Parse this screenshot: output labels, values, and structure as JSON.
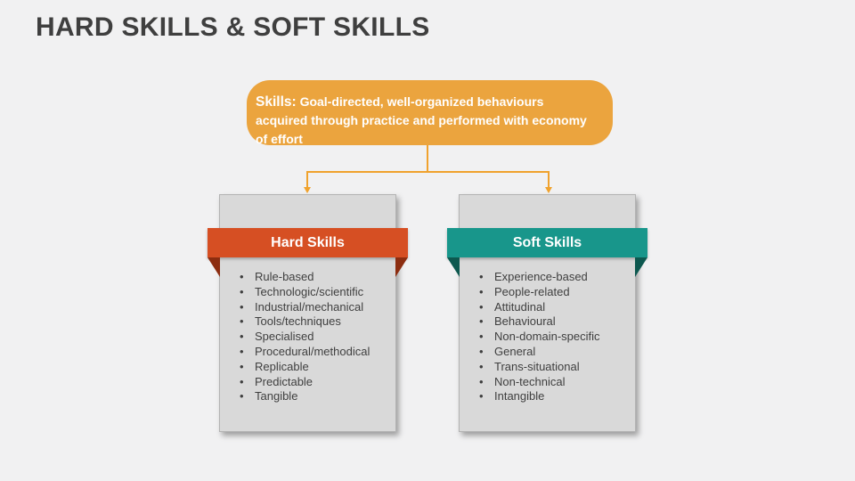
{
  "slide": {
    "title": "HARD SKILLS & SOFT SKILLS",
    "background_color": "#F1F1F2",
    "title_color": "#3F3F3F"
  },
  "definition": {
    "lead": "Skills:",
    "text": "Goal-directed, well-organized behaviours acquired through practice and performed with economy of effort",
    "bg_color": "#EBA43E",
    "text_color": "#FFFFFF"
  },
  "connector": {
    "color": "#F0A22D"
  },
  "cards": [
    {
      "title": "Hard Skills",
      "ribbon_color": "#D64F23",
      "fold_color": "#8C2D10",
      "body_color": "#D9D9D9",
      "items": [
        "Rule-based",
        "Technologic/scientific",
        "Industrial/mechanical",
        "Tools/techniques",
        "Specialised",
        "Procedural/methodical",
        "Replicable",
        "Predictable",
        "Tangible"
      ]
    },
    {
      "title": "Soft Skills",
      "ribbon_color": "#18968B",
      "fold_color": "#0D584F",
      "body_color": "#D9D9D9",
      "items": [
        "Experience-based",
        "People-related",
        "Attitudinal",
        "Behavioural",
        "Non-domain-specific",
        "General",
        "Trans-situational",
        "Non-technical",
        "Intangible"
      ]
    }
  ]
}
